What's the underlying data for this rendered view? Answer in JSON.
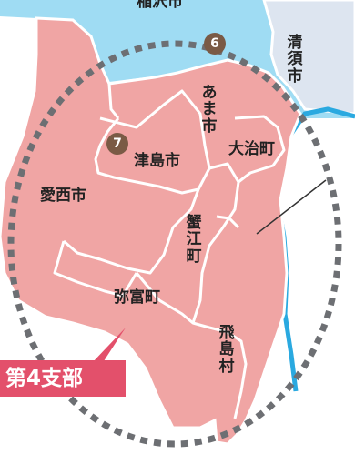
{
  "colors": {
    "water": "#9fdcf3",
    "region": "#f0a5a4",
    "region_neighbor": "#dde5f0",
    "border": "#ffffff",
    "river": "#2aa9e0",
    "dotted_circle": "#6d6f73",
    "badge": "#7a5a45",
    "branch_label_bg": "#e3506b"
  },
  "map": {
    "neighbors": {
      "top_city_partial": "稲沢市",
      "kiyosu": [
        "清",
        "須",
        "市"
      ]
    },
    "badges": [
      "6",
      "7"
    ],
    "cities": {
      "tsushima": "津島市",
      "aisai": "愛西市",
      "oharu": "大治町",
      "ama": [
        "あ",
        "ま",
        "市"
      ],
      "kanie": [
        "蟹",
        "江",
        "町"
      ],
      "yatomi": "弥富町",
      "tobishima": [
        "飛",
        "島",
        "村"
      ]
    },
    "branch_label": "第4支部"
  }
}
